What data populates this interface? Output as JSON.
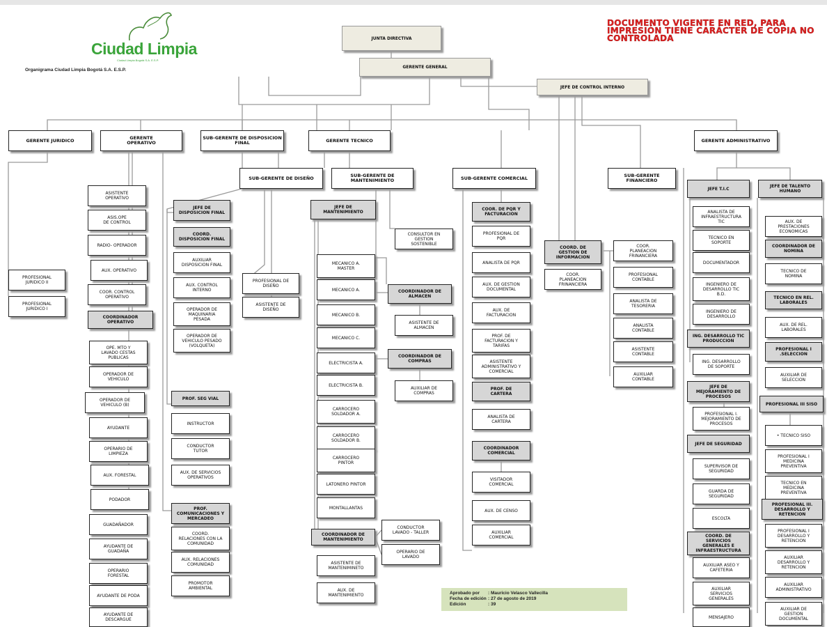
{
  "header": {
    "logo_text": "Ciudad Limpia",
    "logo_subtext": "Ciudad Limpia Bogotá S.A. E.S.P.",
    "org_title": "Organigrama Ciudad Limpia Bogotá S.A. E.S.P.",
    "notice": "Documento vigente en red, para impresión tiene carácter de COPIA NO CONTROLADA",
    "notice_color": "#e02020"
  },
  "approval": {
    "approved_by_label": "Aprobado por",
    "approved_by": ": Mauricio Velasco Vallecilla",
    "edition_date_label": "Fecha de edición",
    "edition_date": ": 27 de agosto de 2019",
    "edition_label": "Edición",
    "edition": ": 39",
    "background": "#d6e3bc"
  },
  "nodes": [
    {
      "id": "junta",
      "label": "JUNTA DIRECTIVA"
    },
    {
      "id": "gerente-general",
      "label": "GERENTE GENERAL"
    },
    {
      "id": "control-interno",
      "label": "JEFE DE CONTROL INTERNO"
    },
    {
      "id": "gerente-juridico",
      "label": "GERENTE JURIDICO"
    },
    {
      "id": "gerente-operativo",
      "label": "GERENTE\nOPERATIVO"
    },
    {
      "id": "subgerente-disposicion",
      "label": "SUB-GERENTE DE DISPOSICION\nFINAL"
    },
    {
      "id": "gerente-tecnico",
      "label": "GERENTE TECNICO"
    },
    {
      "id": "gerente-administrativo",
      "label": "GERENTE ADMINISTRATIVO"
    },
    {
      "id": "subgerente-diseno",
      "label": "SUB-GERENTE DE DISEÑO"
    },
    {
      "id": "subgerente-mantenimiento",
      "label": "SUB-GERENTE DE\nMANTENIMIENTO"
    },
    {
      "id": "subgerente-comercial",
      "label": "SUB-GERENTE COMERCIAL"
    },
    {
      "id": "subgerente-financiero",
      "label": "SUB-GERENTE\nFINANCIERO"
    },
    {
      "id": "profesional-juridico-ii",
      "label": "PROFESIONAL\nJURIDICO II"
    },
    {
      "id": "profesional-juridico-i",
      "label": "PROFESIONAL\nJURIDICO I"
    },
    {
      "id": "asistente-operativo",
      "label": "ASISTENTE\nOPERATIVO"
    },
    {
      "id": "asis-ope-control",
      "label": "ASIS.OPE\nDE CONTROL"
    },
    {
      "id": "radio-operador",
      "label": "RADIO- OPERADOR"
    },
    {
      "id": "aux-operativo",
      "label": "AUX. OPERATIVO"
    },
    {
      "id": "coor-control-operativo",
      "label": "COOR. CONTROL\nOPERATIVO"
    },
    {
      "id": "coordinador-operativo",
      "label": "COORDINADOR\nOPERATIVO"
    },
    {
      "id": "ope-mto-lavado",
      "label": "OPE. MTO Y\nLAVADO CESTAS\nPUBLICAS"
    },
    {
      "id": "operador-vehiculo",
      "label": "OPERADOR DE\nVEHICULO"
    },
    {
      "id": "operador-vehiculo-b",
      "label": "OPERADOR DE\nVEHICULO (B)"
    },
    {
      "id": "ayudante",
      "label": "AYUDANTE"
    },
    {
      "id": "operario-limpieza",
      "label": "OPERARIO DE\nLIMPIEZA"
    },
    {
      "id": "aux-forestal",
      "label": "AUX. FORESTAL"
    },
    {
      "id": "podador",
      "label": "PODADOR"
    },
    {
      "id": "guadanador",
      "label": "GUADAÑADOR"
    },
    {
      "id": "ayudante-guadana",
      "label": "AYUDANTE DE\nGUADAÑA"
    },
    {
      "id": "operario-forestal",
      "label": "OPERARIO\nFORESTAL"
    },
    {
      "id": "ayudante-poda",
      "label": "AYUDANTE DE PODA"
    },
    {
      "id": "ayudante-descargue",
      "label": "AYUDANTE DE\nDESCARGUE"
    },
    {
      "id": "jefe-disposicion",
      "label": "JEFE DE\nDISPOSICION FINAL"
    },
    {
      "id": "coord-disposicion",
      "label": "COORD.\nDISPOSICION FINAL"
    },
    {
      "id": "auxiliar-disposicion",
      "label": "AUXILIAR\nDISPOSICION FINAL"
    },
    {
      "id": "aux-control-interno",
      "label": "AUX. CONTROL\nINTERNO"
    },
    {
      "id": "operador-maquinaria",
      "label": "OPERADOR DE\nMAQUINARIA\nPESADA"
    },
    {
      "id": "operador-volqueta",
      "label": "OPERADOR DE\nVEHICULO PESADO\n(VOLQUETA)"
    },
    {
      "id": "prof-seg-vial",
      "label": "PROF. SEG VIAL"
    },
    {
      "id": "instructor",
      "label": "INSTRUCTOR"
    },
    {
      "id": "conductor-tutor",
      "label": "CONDUCTOR\nTUTOR"
    },
    {
      "id": "aux-servicios-operativos",
      "label": "AUX. DE SERVICIOS\nOPERATIVOS"
    },
    {
      "id": "prof-comunicaciones",
      "label": "PROF.\nCOMUNICACIONES Y\nMERCADEO"
    },
    {
      "id": "coord-relaciones",
      "label": "COORD.\nRELACIONES CON LA\nCOMUNIDAD"
    },
    {
      "id": "aux-relaciones",
      "label": "AUX. RELACIONES\nCOMUNIDAD"
    },
    {
      "id": "promotor-ambiental",
      "label": "PROMOTOR\nAMBIENTAL"
    },
    {
      "id": "profesional-diseno",
      "label": "PROFESIONAL DE\nDISEÑO"
    },
    {
      "id": "asistente-diseno",
      "label": "ASISTENTE DE\nDISEÑO"
    },
    {
      "id": "jefe-mantenimiento",
      "label": "JEFE DE\nMANTENIMIENTO"
    },
    {
      "id": "mecanico-master",
      "label": "MECANICO A.\nMASTER"
    },
    {
      "id": "mecanico-a",
      "label": "MECANICO A."
    },
    {
      "id": "mecanico-b",
      "label": "MECANICO B."
    },
    {
      "id": "mecanico-c",
      "label": "MECANICO C."
    },
    {
      "id": "electricista-a",
      "label": "ELECTRICISTA A."
    },
    {
      "id": "electricista-b",
      "label": "ELECTRICISTA B."
    },
    {
      "id": "carrocero-a",
      "label": "CARROCERO\nSOLDADOR A."
    },
    {
      "id": "carrocero-b",
      "label": "CARROCERO\nSOLDADOR B."
    },
    {
      "id": "carrocero-pintor",
      "label": "CARROCERO\nPINTOR"
    },
    {
      "id": "latonero-pintor",
      "label": "LATONERO PINTOR"
    },
    {
      "id": "montallantas",
      "label": "MONTALLANTAS"
    },
    {
      "id": "coordinador-mantenimiento",
      "label": "COORDINADOR DE\nMANTENIMIENTO"
    },
    {
      "id": "asistente-mantenimiento",
      "label": "ASISTENTE DE\nMANTENIMINETO"
    },
    {
      "id": "aux-mantenimiento",
      "label": "AUX. DE\nMANTENIMIENTO"
    },
    {
      "id": "consultor-gestion",
      "label": "CONSULTOR EN\nGESTION\nSOSTENIBLE"
    },
    {
      "id": "coordinador-almacen",
      "label": "COORDINADOR DE\nALMACEN"
    },
    {
      "id": "asistente-almacen",
      "label": "ASISTENTE DE\nALMACEN"
    },
    {
      "id": "coordinador-compras",
      "label": "COORDINADOR DE\nCOMPRAS"
    },
    {
      "id": "auxiliar-compras",
      "label": "AUXILIAR DE\nCOMPRAS"
    },
    {
      "id": "conductor-lavado",
      "label": "CONDUCTOR\nLAVADO - TALLER"
    },
    {
      "id": "operario-lavado",
      "label": "OPERARIO DE\nLAVADO"
    },
    {
      "id": "coor-pqr",
      "label": "COOR. DE PQR Y\nFACTURACION"
    },
    {
      "id": "profesional-pqr",
      "label": "PROFESIONAL DE\nPQR"
    },
    {
      "id": "analista-pqr",
      "label": "ANALISTA DE PQR"
    },
    {
      "id": "aux-gestion-documental",
      "label": "AUX. DE GESTION\nDOCUMENTAL"
    },
    {
      "id": "aux-facturacion",
      "label": "AUX. DE\nFACTURACION"
    },
    {
      "id": "prof-facturacion",
      "label": "PROF. DE\nFACTURACION Y\nTARIFAS"
    },
    {
      "id": "asistente-adm-comercial",
      "label": "ASISTENTE\nADMINISTRATIVO Y\nCOMERCIAL"
    },
    {
      "id": "prof-cartera",
      "label": "PROF. DE\nCARTERA"
    },
    {
      "id": "analista-cartera",
      "label": "ANALISTA DE\nCARTERA"
    },
    {
      "id": "coordinador-comercial",
      "label": "COORDINADOR\nCOMERCIAL"
    },
    {
      "id": "visitador-comercial",
      "label": "VISITADOR\nCOMERCIAL"
    },
    {
      "id": "aux-censo",
      "label": "AUX. DE CENSO"
    },
    {
      "id": "auxiliar-comercial",
      "label": "AUXILIAR\nCOMERCIAL"
    },
    {
      "id": "coord-gestion-informacion",
      "label": "COORD. DE\nGESTION DE\nINFORMACION"
    },
    {
      "id": "coor-planeacion-a",
      "label": "COOR.\nPLANEACION\nFRINANCIERA"
    },
    {
      "id": "coor-planeacion-b",
      "label": "COOR.\nPLANEACION\nFRINANCIERA"
    },
    {
      "id": "profesional-contable",
      "label": "PROFESIONAL\nCONTABLE"
    },
    {
      "id": "analista-tesoreria",
      "label": "ANALISTA DE\nTESORERIA"
    },
    {
      "id": "analista-contable",
      "label": "ANALISTA\nCONTABLE"
    },
    {
      "id": "asistente-contable",
      "label": "ASISTENTE\nCONTABLE"
    },
    {
      "id": "auxiliar-contable",
      "label": "AUXILIAR\nCONTABLE"
    },
    {
      "id": "jefe-tic",
      "label": "JEFE T.I.C"
    },
    {
      "id": "analista-infraestructura",
      "label": "ANALISTA DE\nINFRAESTRUCTURA\nTIC"
    },
    {
      "id": "tecnico-soporte",
      "label": "TECNICO EN\nSOPORTE"
    },
    {
      "id": "documentador",
      "label": "DOCUMENTADOR"
    },
    {
      "id": "ingeniero-bd",
      "label": "INGENIERO DE\nDESARROLLO TIC\nB.D."
    },
    {
      "id": "ingeniero-desarrollo",
      "label": "INGENIERO DE\nDESARROLLO"
    },
    {
      "id": "ing-desarrollo-produccion",
      "label": "ING. DESARROLLO TIC\nPRODUCCION"
    },
    {
      "id": "ing-desarrollo-soporte",
      "label": "ING. DESARROLLO\nDE SOPORTE"
    },
    {
      "id": "jefe-mejoramiento",
      "label": "JEFE DE\nMEJORAMIENTO DE\nPROCESOS"
    },
    {
      "id": "profesional-mejoramiento",
      "label": "PROFESIONAL I.\nMEJORAMIENTO DE\nPROCESOS"
    },
    {
      "id": "jefe-seguridad",
      "label": "JEFE DE SEGURIDAD"
    },
    {
      "id": "supervisor-seguridad",
      "label": "SUPERVISOR DE\nSEGURIDAD"
    },
    {
      "id": "guarda-seguridad",
      "label": "GUARDA DE\nSEGURIDAD"
    },
    {
      "id": "escolta",
      "label": "ESCOLTA"
    },
    {
      "id": "coord-servicios-generales",
      "label": "COORD. DE\nSERVICIOS\nGENERALES E\nINFRAESTRUCTURA"
    },
    {
      "id": "auxiliar-aseo",
      "label": "AUXILIAR ASEO Y\nCAFETERIA"
    },
    {
      "id": "auxiliar-servicios",
      "label": "AUXILIAR\nSERVICIOS\nGENERALES"
    },
    {
      "id": "mensajero",
      "label": "MENSAJERO"
    },
    {
      "id": "jefe-talento",
      "label": "JEFE DE TALENTO\nHUMANO"
    },
    {
      "id": "aux-prestaciones",
      "label": "AUX. DE\nPRESTACIONES\nECONOMICAS"
    },
    {
      "id": "coordinador-nomina",
      "label": "COORDINADOR DE\nNOMINA"
    },
    {
      "id": "tecnico-nomina",
      "label": "TECNICO DE\nNOMINA"
    },
    {
      "id": "tecnico-rel-laborales",
      "label": "TECNICO EN REL.\nLABORALES"
    },
    {
      "id": "aux-rel-laborales",
      "label": "AUX. DE REL.\nLABORALES"
    },
    {
      "id": "profesional-seleccion",
      "label": "PROFESIONAL I\n.SELECCION"
    },
    {
      "id": "auxiliar-seleccion",
      "label": "AUXILIAR DE\nSELECCION"
    },
    {
      "id": "profesional-siso",
      "label": "PROFESIONAL III SISO"
    },
    {
      "id": "tecnico-siso",
      "label": "• TECNICO SISO"
    },
    {
      "id": "profesional-medicina",
      "label": "PROFESIONAL I\nMEDICINA\nPREVENTIVA"
    },
    {
      "id": "tecnico-medicina",
      "label": "TECNICO EN\nMEDICINA\nPREVENTIVA"
    },
    {
      "id": "profesional-desarrollo-iii",
      "label": "PROFESIONAL III.\nDESARROLLO Y\nRETENCION"
    },
    {
      "id": "profesional-desarrollo-i",
      "label": "PROFESIONAL I\nDESARROLLO Y\nRETENCION"
    },
    {
      "id": "auxiliar-desarrollo",
      "label": "AUXILIAR\nDESARROLLO Y\nRETENCION"
    },
    {
      "id": "auxiliar-administrativo",
      "label": "AUXILIAR\nADMINISTRATIVO"
    },
    {
      "id": "auxiliar-gestion-documental",
      "label": "AUXILIAR DE\nGESTION\nDOCUMENTAL"
    }
  ]
}
